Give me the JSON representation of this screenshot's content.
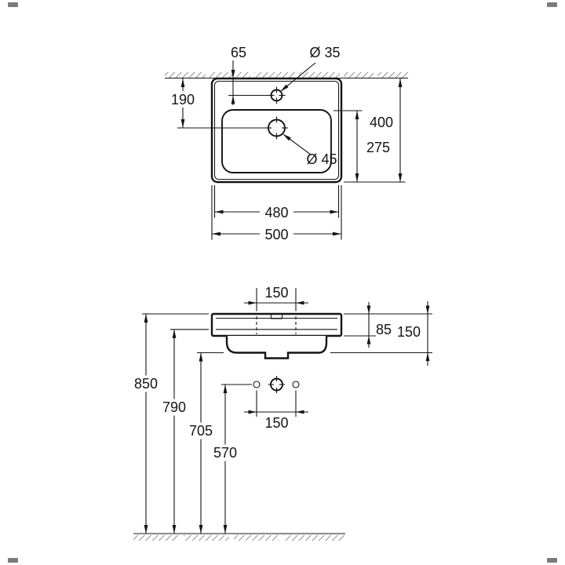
{
  "drawing": {
    "type": "technical-dimension-drawing",
    "subject": "wall-mounted washbasin, top view and front view",
    "colors": {
      "line": "#141414",
      "hatch": "#8f8f8f",
      "background": "#ffffff"
    },
    "top_view": {
      "dimensions": {
        "tap_hole_offset": "65",
        "tap_hole_diameter": "Ø 35",
        "drain_offset": "190",
        "overall_depth": "400",
        "bowl_rear_to_front": "275",
        "drain_diameter": "Ø 45",
        "inner_width": "480",
        "overall_width": "500"
      }
    },
    "front_view": {
      "dimensions": {
        "deck_width": "150",
        "rim_height": "85",
        "basin_height": "150",
        "floor_to_rim": "850",
        "floor_to_underside": "790",
        "floor_to_bowl_bottom": "705",
        "floor_to_fixing": "570",
        "fixing_hole_spacing": "150"
      }
    }
  }
}
